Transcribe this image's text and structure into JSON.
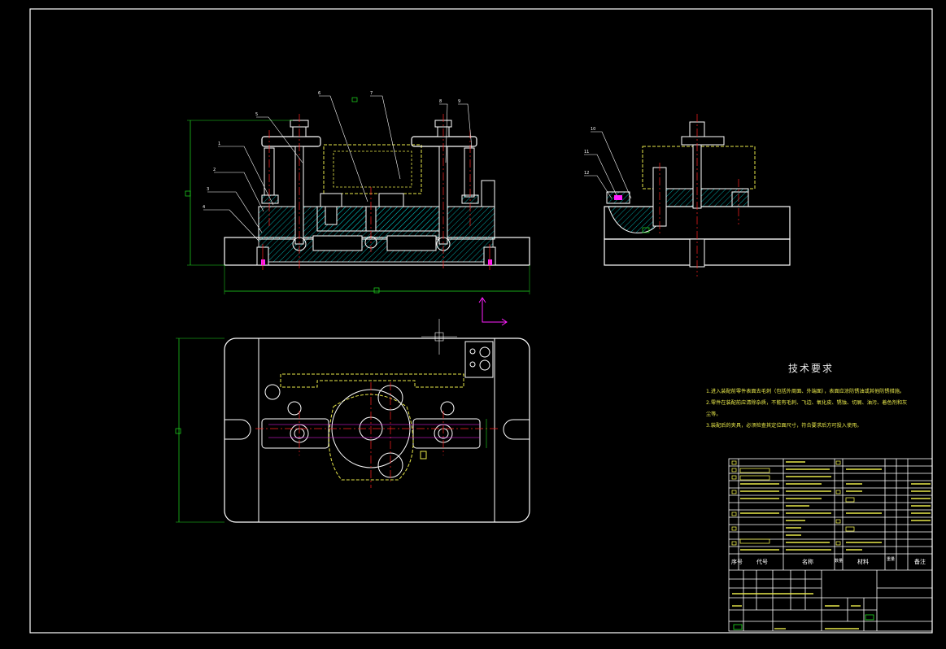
{
  "drawing": {
    "balloons": [
      "1",
      "2",
      "3",
      "4",
      "5",
      "6",
      "7",
      "8",
      "9",
      "10",
      "11",
      "12"
    ],
    "technical_requirements": {
      "title": "技术要求",
      "items": [
        "1.进入装配前零件表面去毛刺（包括外周面、外端面），表面应涂防锈油或其他防锈措施。",
        "2.零件在装配前应清除杂质，不能有毛刺、飞边、氧化皮、锈蚀、切屑、油污、着色剂和灰尘等。",
        "3.装配后的夹具，必须检查其定位面尺寸，符合要求后方可投入使用。"
      ]
    },
    "title_block": {
      "headers": [
        "序号",
        "代号",
        "名称",
        "数量",
        "材料",
        "重量",
        "备注"
      ]
    },
    "colors": {
      "background": "#000000",
      "outline": "#ffffff",
      "hatch": "#00c8c8",
      "center_line": "#ff2020",
      "dimension": "#20e020",
      "hidden": "#e8e84a",
      "ucs": "#ff20ff"
    }
  }
}
